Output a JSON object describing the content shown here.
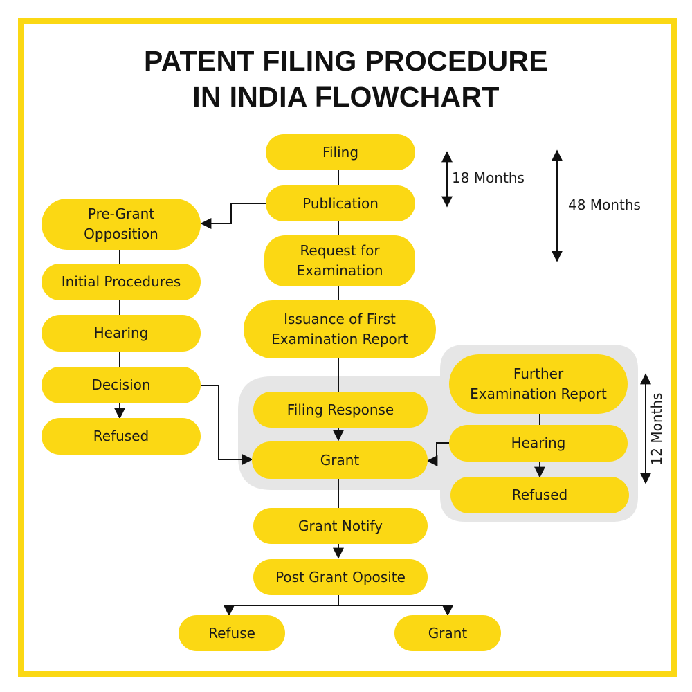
{
  "title": {
    "line1": "PATENT FILING PROCEDURE",
    "line2": "IN INDIA FLOWCHART"
  },
  "main_flow": {
    "filing": "Filing",
    "publication": "Publication",
    "request_examination": "Request for\nExamination",
    "first_exam_report": "Issuance of First\nExamination Report",
    "filing_response": "Filing Response",
    "grant": "Grant",
    "grant_notify": "Grant Notify",
    "post_grant": "Post Grant Oposite",
    "refuse": "Refuse",
    "final_grant": "Grant"
  },
  "pre_grant_branch": {
    "opposition": "Pre-Grant\nOpposition",
    "initial_procedures": "Initial Procedures",
    "hearing": "Hearing",
    "decision": "Decision",
    "refused": "Refused"
  },
  "further_branch": {
    "further_exam_report": "Further\nExamination Report",
    "hearing": "Hearing",
    "refused": "Refused"
  },
  "timelines": {
    "months_18": "18 Months",
    "months_48": "48 Months",
    "months_12": "12 Months"
  },
  "colors": {
    "accent": "#FBD814",
    "group_bg": "#E6E6E6",
    "line": "#111111"
  }
}
